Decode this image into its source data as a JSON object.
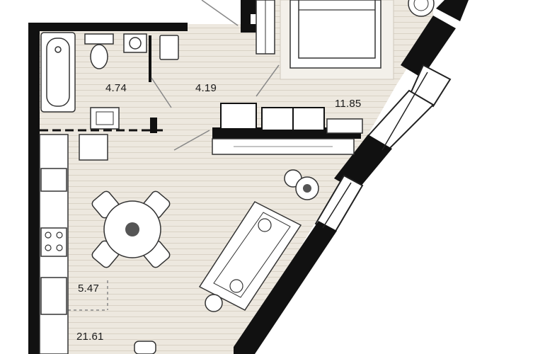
{
  "floor_plan": {
    "rooms": [
      {
        "id": "bathroom",
        "area": "4.74"
      },
      {
        "id": "hallway",
        "area": "4.19"
      },
      {
        "id": "bedroom",
        "area": "11.85"
      },
      {
        "id": "kitchen",
        "area": "5.47"
      },
      {
        "id": "living",
        "area": "21.61"
      }
    ],
    "colors": {
      "wall": "#111111",
      "floor": "#ede8df",
      "floor_lines": "#d8d1c4",
      "furniture_stroke": "#333333",
      "furniture_fill": "#ffffff",
      "window_glass": "#ffffff",
      "rug": "#f3f0ea"
    }
  }
}
